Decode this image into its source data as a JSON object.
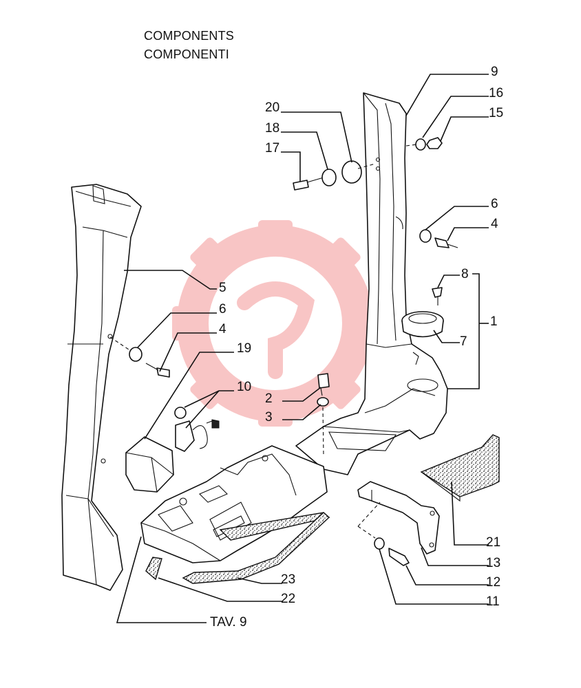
{
  "heading": {
    "line1": "COMPONENTS",
    "line2": "COMPONENTI"
  },
  "callouts": [
    {
      "id": "9",
      "text": "9"
    },
    {
      "id": "16",
      "text": "16"
    },
    {
      "id": "15",
      "text": "15"
    },
    {
      "id": "20",
      "text": "20"
    },
    {
      "id": "18",
      "text": "18"
    },
    {
      "id": "17",
      "text": "17"
    },
    {
      "id": "6a",
      "text": "6"
    },
    {
      "id": "4a",
      "text": "4"
    },
    {
      "id": "8",
      "text": "8"
    },
    {
      "id": "1",
      "text": "1"
    },
    {
      "id": "7",
      "text": "7"
    },
    {
      "id": "5",
      "text": "5"
    },
    {
      "id": "6b",
      "text": "6"
    },
    {
      "id": "4b",
      "text": "4"
    },
    {
      "id": "19",
      "text": "19"
    },
    {
      "id": "10",
      "text": "10"
    },
    {
      "id": "2",
      "text": "2"
    },
    {
      "id": "3",
      "text": "3"
    },
    {
      "id": "21",
      "text": "21"
    },
    {
      "id": "13",
      "text": "13"
    },
    {
      "id": "12",
      "text": "12"
    },
    {
      "id": "11",
      "text": "11"
    },
    {
      "id": "23",
      "text": "23"
    },
    {
      "id": "22",
      "text": "22"
    },
    {
      "id": "tav",
      "text": "TAV. 9"
    }
  ],
  "colors": {
    "line": "#111111",
    "watermark": "#f08080",
    "background": "#ffffff"
  },
  "watermark": {
    "icon": "gear-logo-icon"
  }
}
